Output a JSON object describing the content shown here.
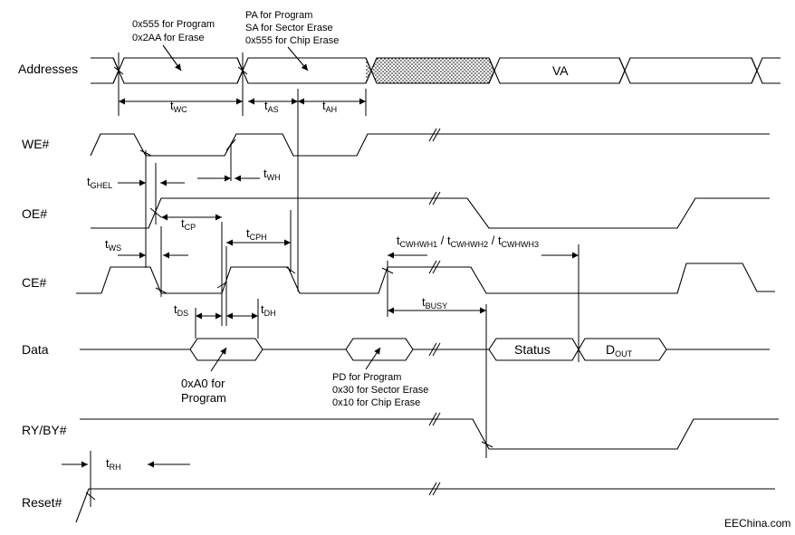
{
  "signals": {
    "addresses": "Addresses",
    "we": "WE#",
    "oe": "OE#",
    "ce": "CE#",
    "data": "Data",
    "ryby": "RY/BY#",
    "reset": "Reset#"
  },
  "notes": {
    "addr1": [
      "0x555 for Program",
      "0x2AA for Erase"
    ],
    "addr2": [
      "PA for Program",
      "SA for Sector Erase",
      "0x555 for Chip Erase"
    ],
    "data1": [
      "0xA0 for",
      "Program"
    ],
    "data2": [
      "PD for Program",
      "0x30 for Sector Erase",
      "0x10 for Chip Erase"
    ]
  },
  "boxes": {
    "va": "VA",
    "status": "Status",
    "dout_main": "D",
    "dout_sub": "OUT"
  },
  "timings": {
    "twc": {
      "main": "t",
      "sub": "WC"
    },
    "tas": {
      "main": "t",
      "sub": "AS"
    },
    "tah": {
      "main": "t",
      "sub": "AH"
    },
    "tghel": {
      "main": "t",
      "sub": "GHEL"
    },
    "twh": {
      "main": "t",
      "sub": "WH"
    },
    "tcp": {
      "main": "t",
      "sub": "CP"
    },
    "tcph": {
      "main": "t",
      "sub": "CPH"
    },
    "tws": {
      "main": "t",
      "sub": "WS"
    },
    "tds": {
      "main": "t",
      "sub": "DS"
    },
    "tdh": {
      "main": "t",
      "sub": "DH"
    },
    "tbusy": {
      "main": "t",
      "sub": "BUSY"
    },
    "trh": {
      "main": "t",
      "sub": "RH"
    },
    "tcwhwh": {
      "t1": "t",
      "s1": "CWHWH1",
      "sep1": " / ",
      "t2": "t",
      "s2": "CWHWH2",
      "sep2": " / ",
      "t3": "t",
      "s3": "CWHWH3"
    }
  },
  "watermark": "EEChina.com"
}
